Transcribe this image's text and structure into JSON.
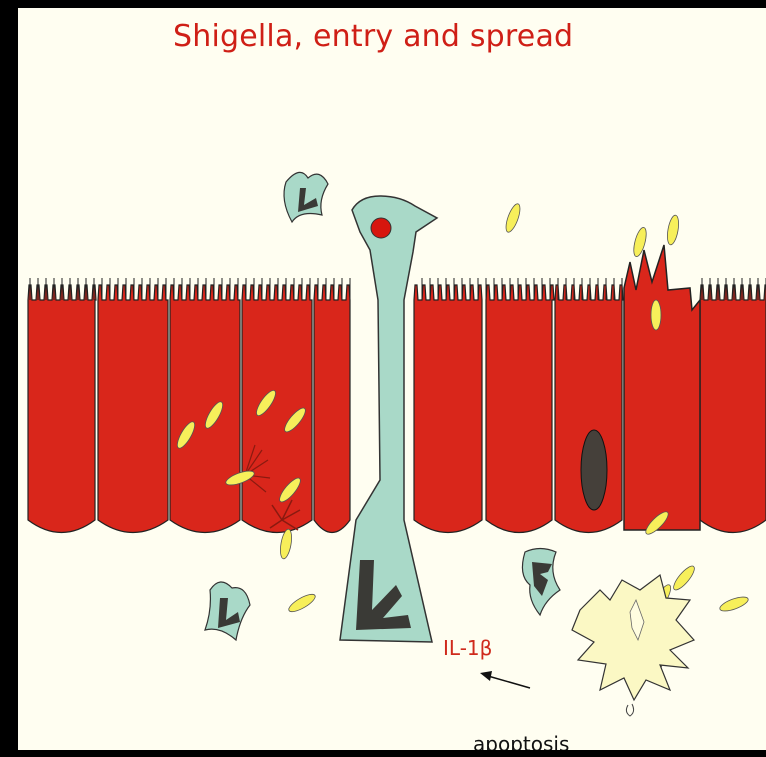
{
  "title": "Shigella, entry and spread",
  "labels": {
    "cytokine": "IL-1β",
    "apoptosis": "apoptosis"
  },
  "colors": {
    "background": "#fffef1",
    "border": "#000000",
    "epithelium": "#d9261b",
    "m_cell": "#a9d9c8",
    "macrophage_dark": "#3a3a36",
    "bacterium": "#f7ef5a",
    "title_text": "#cf1f16"
  }
}
